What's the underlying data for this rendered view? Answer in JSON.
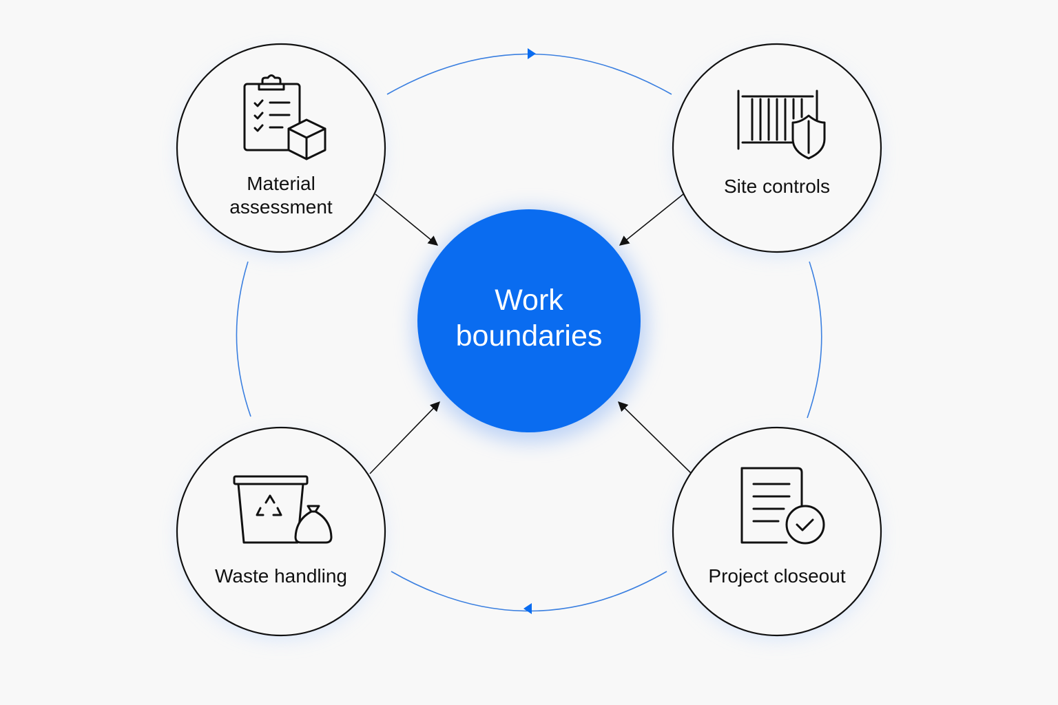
{
  "diagram": {
    "center": {
      "label": "Work boundaries",
      "line1": "Work",
      "line2": "boundaries",
      "color": "#0a6cf0"
    },
    "nodes": [
      {
        "id": "material",
        "label": "Material assessment",
        "line1": "Material",
        "line2": "assessment",
        "icon": "clipboard-box-icon"
      },
      {
        "id": "site",
        "label": "Site controls",
        "icon": "fence-shield-icon"
      },
      {
        "id": "waste",
        "label": "Waste handling",
        "icon": "recycle-bin-icon"
      },
      {
        "id": "closeout",
        "label": "Project closeout",
        "icon": "document-check-icon"
      }
    ],
    "colors": {
      "accent": "#0a6cf0",
      "cycle": "#3a7fe0",
      "outline": "#111111",
      "background": "#f8f8f8",
      "glow": "#cfe0fb"
    }
  }
}
